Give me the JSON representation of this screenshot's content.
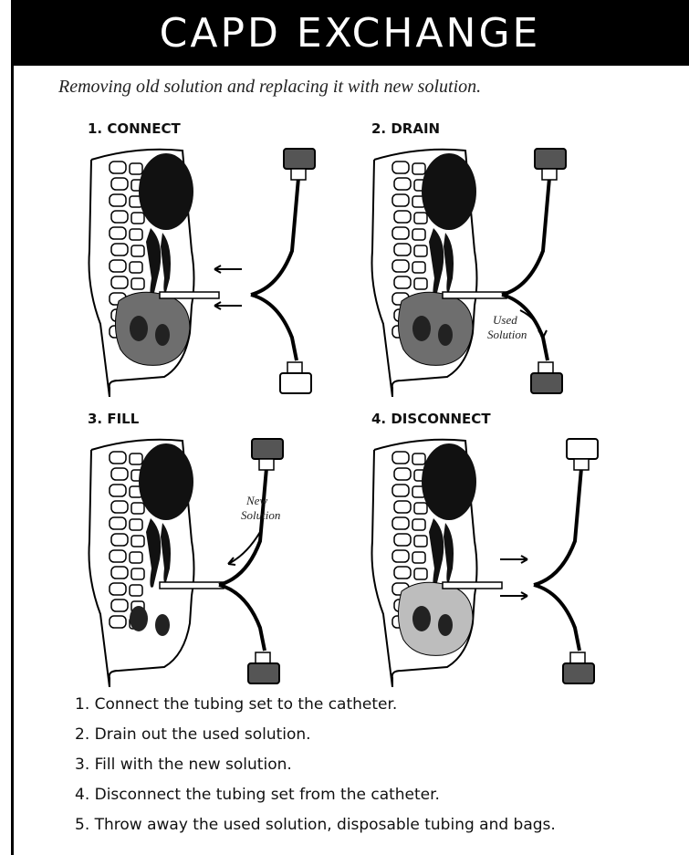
{
  "title": "CAPD EXCHANGE",
  "subtitle": "Removing old solution and replacing it with new solution.",
  "panels": [
    {
      "label": "1. CONNECT"
    },
    {
      "label": "2. DRAIN",
      "annotation_line1": "Used",
      "annotation_line2": "Solution"
    },
    {
      "label": "3. FILL",
      "annotation_line1": "New",
      "annotation_line2": "Solution"
    },
    {
      "label": "4. DISCONNECT"
    }
  ],
  "steps": [
    "1. Connect the tubing set to the catheter.",
    "2. Drain out the used solution.",
    "3. Fill with the new solution.",
    "4. Disconnect the tubing set from the catheter.",
    "5. Throw away the used solution, disposable tubing and bags."
  ],
  "colors": {
    "dark_bag": "#555555",
    "light_bag": "#ffffff",
    "abdomen_fluid_dark": "#6e6e6e",
    "abdomen_fluid_light": "#bdbdbd"
  }
}
